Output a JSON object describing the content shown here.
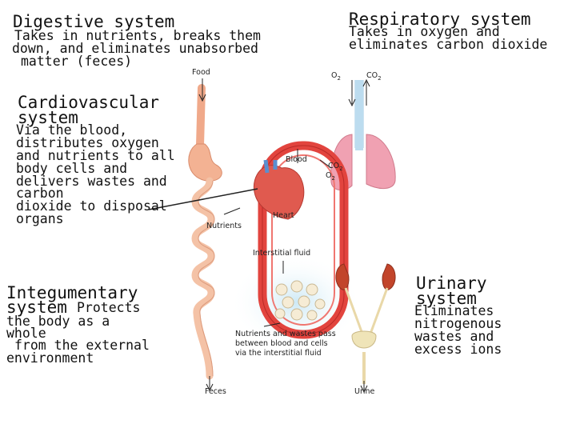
{
  "digestive": {
    "title": "Digestive system",
    "desc": [
      "Takes in nutrients, breaks them",
      "down, and eliminates unabsorbed",
      "matter (feces)"
    ]
  },
  "respiratory": {
    "title": "Respiratory system",
    "desc": [
      "Takes in oxygen and",
      "eliminates carbon dioxide"
    ]
  },
  "cardiovascular": {
    "title": [
      "Cardiovascular",
      "system"
    ],
    "desc": [
      "Via the blood,",
      "distributes oxygen",
      "and nutrients to all",
      "body cells and",
      "delivers wastes and",
      "carbon",
      "dioxide to disposal",
      "organs"
    ]
  },
  "integumentary": {
    "title": [
      "Integumentary",
      "system"
    ],
    "desc_inline": "Protects",
    "desc": [
      "the body as a",
      "whole",
      "from the external",
      "environment"
    ]
  },
  "urinary": {
    "title": [
      "Urinary",
      "system"
    ],
    "desc": [
      "Eliminates",
      "nitrogenous",
      "wastes and",
      "excess ions"
    ]
  },
  "labels": {
    "food": "Food",
    "o2_top": "O",
    "o2_top_sub": "2",
    "co2_top": "CO",
    "co2_top_sub": "2",
    "blood": "Blood",
    "co2_mid": "CO",
    "co2_mid_sub": "2",
    "o2_mid": "O",
    "o2_mid_sub": "2",
    "heart": "Heart",
    "nutrients": "Nutrients",
    "interstitial": "Interstitial fluid",
    "exchange": [
      "Nutrients and wastes pass",
      "between blood and cells",
      "via the interstitial fluid"
    ],
    "feces": "Feces",
    "urine": "Urine"
  }
}
